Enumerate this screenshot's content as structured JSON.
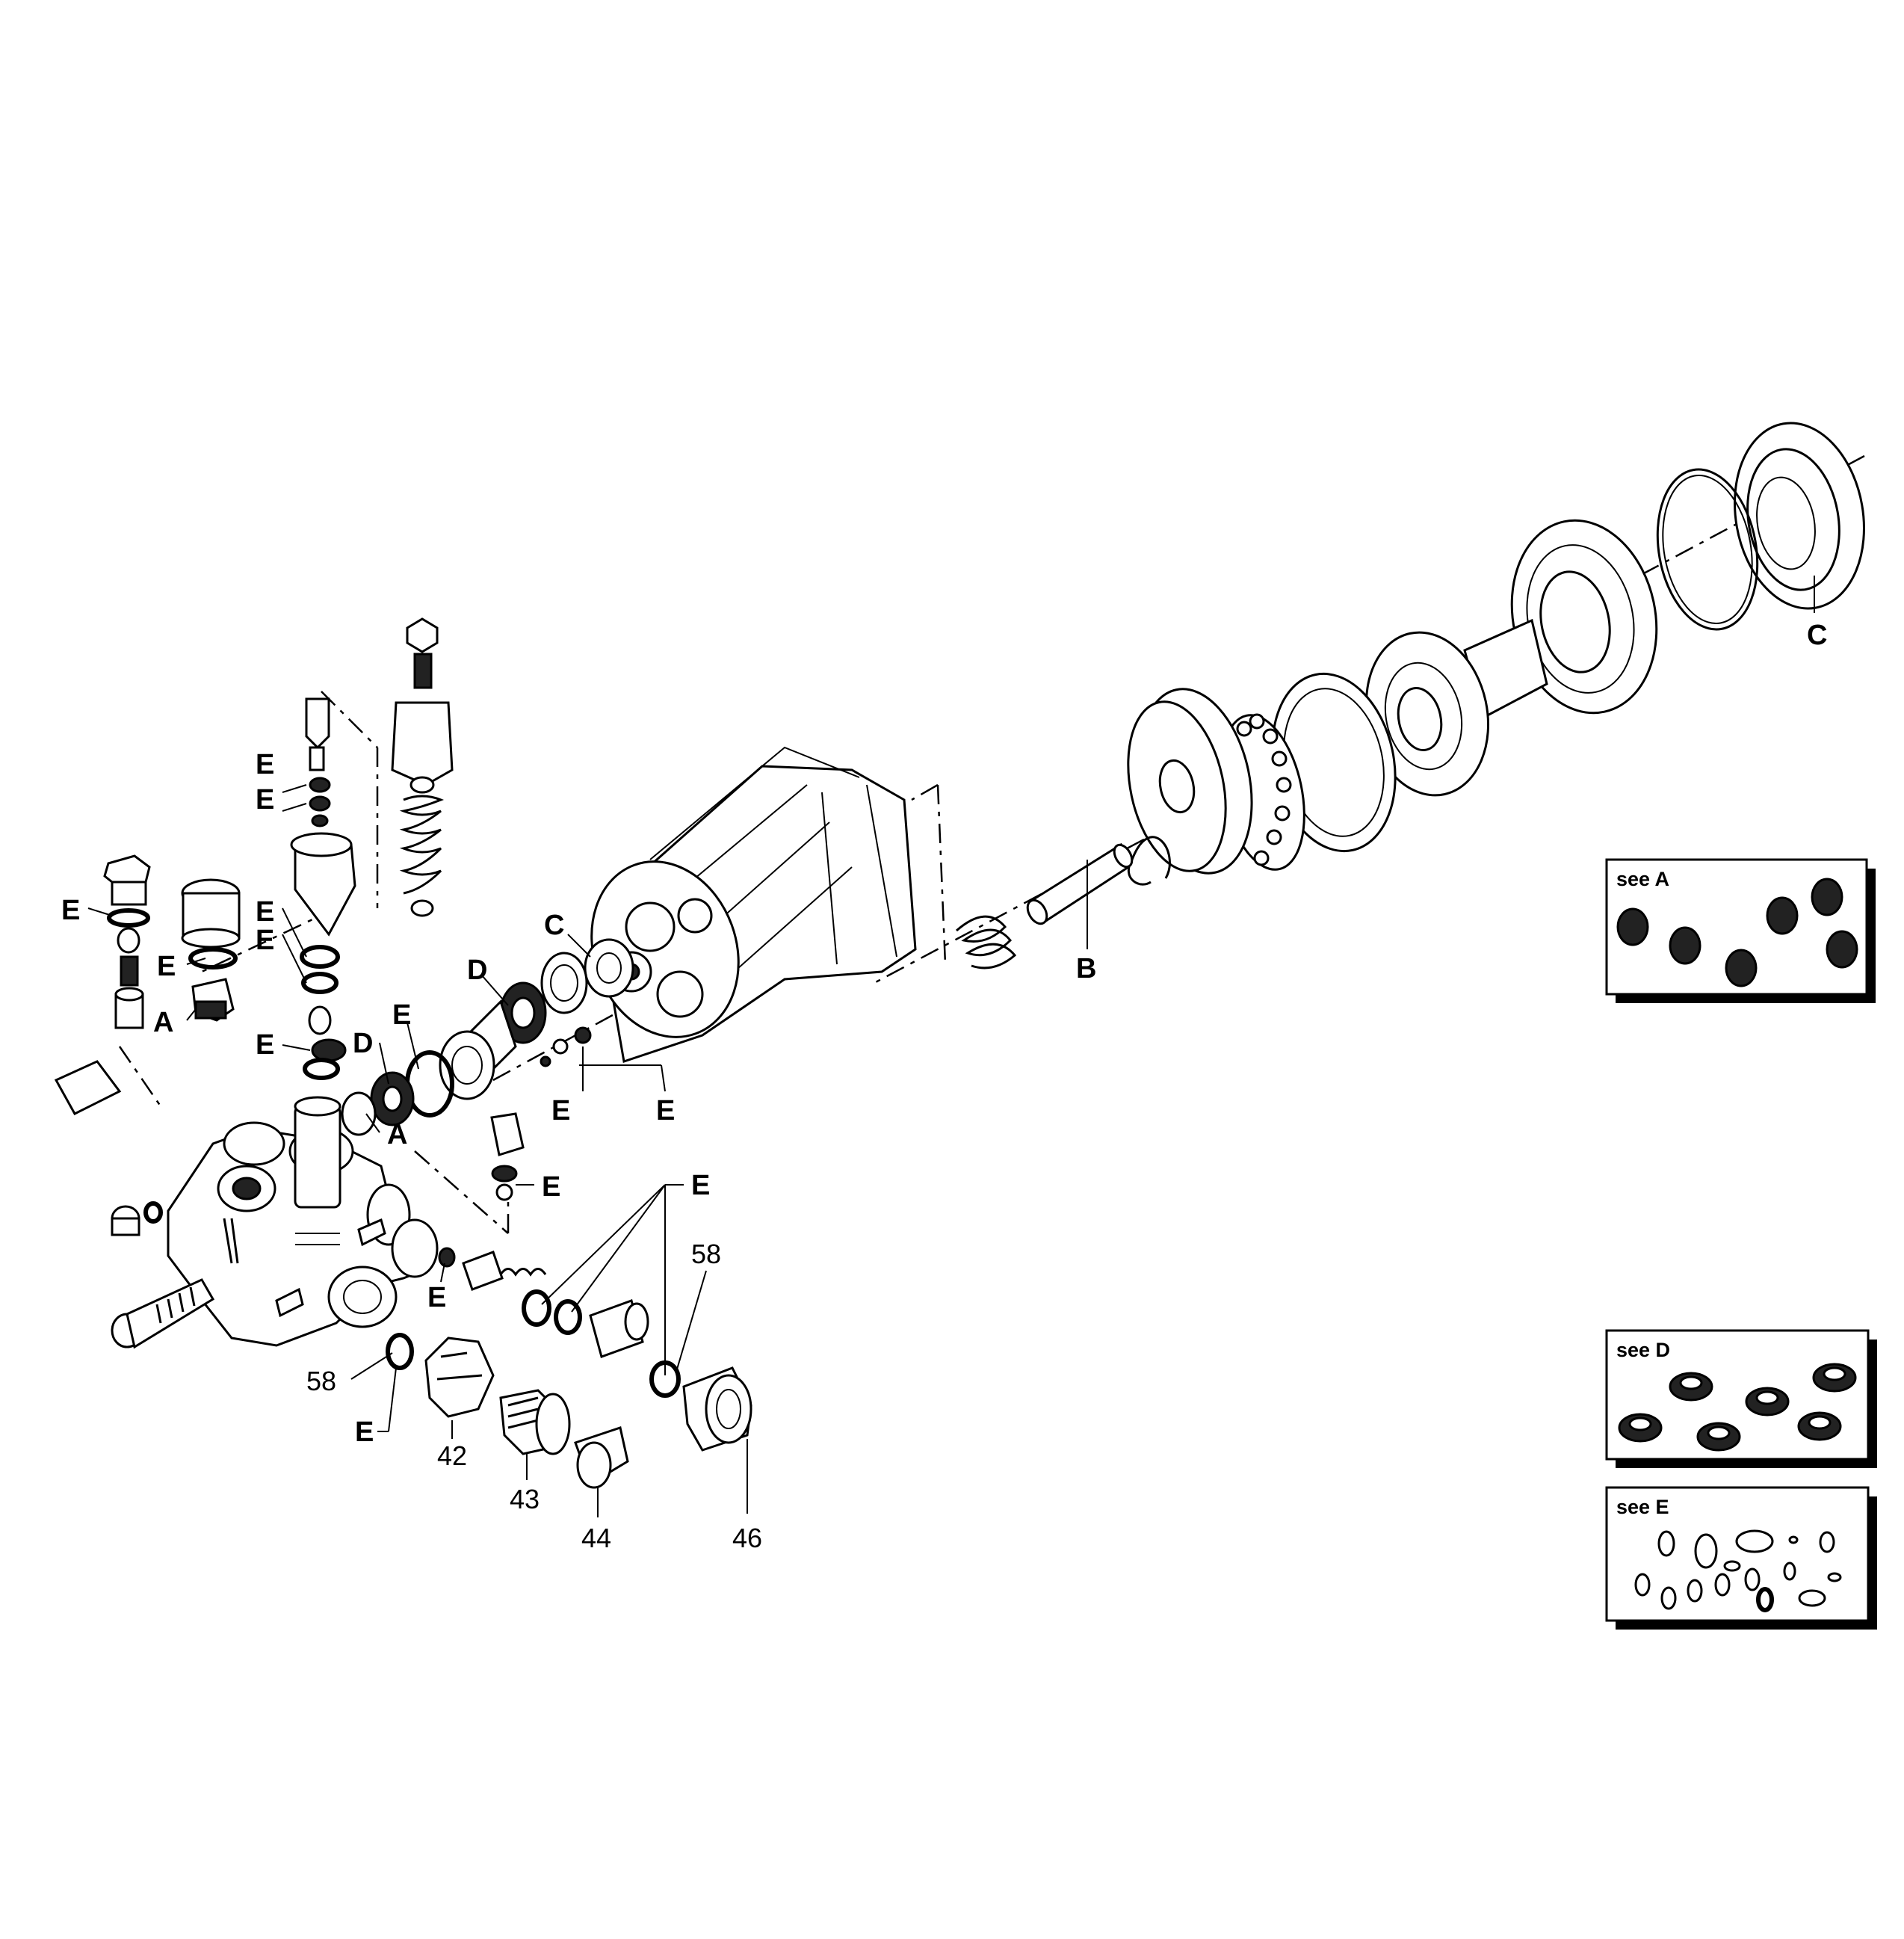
{
  "callouts": {
    "letters": {
      "a": "A",
      "b": "B",
      "c": "C",
      "d": "D",
      "e": "E"
    },
    "numbers": {
      "n42": "42",
      "n43": "43",
      "n44": "44",
      "n46": "46",
      "n58": "58"
    }
  },
  "kits": [
    {
      "title": "see A"
    },
    {
      "title": "see D"
    },
    {
      "title": "see E"
    }
  ]
}
